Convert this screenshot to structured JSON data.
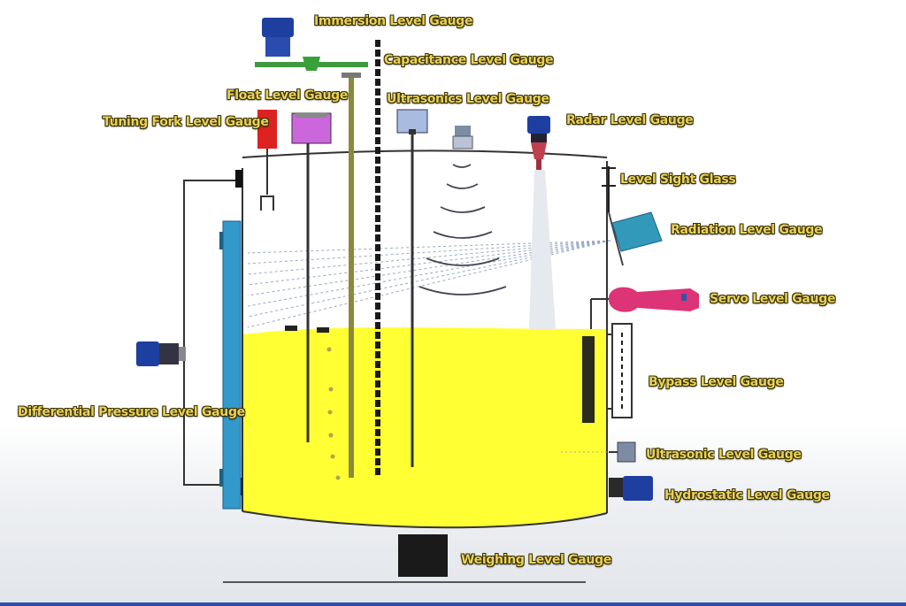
{
  "labels": {
    "immersion": "Immersion Level Gauge",
    "capacitance": "Capacitance Level Gauge",
    "float": "Float Level Gauge",
    "ultrasonics": "Ultrasonics Level Gauge",
    "tuning_fork": "Tuning Fork Level Gauge",
    "radar": "Radar Level Gauge",
    "sight_glass": "Level Sight Glass",
    "radiation": "Radiation Level Gauge",
    "servo": "Servo Level Gauge",
    "bypass": "Bypass Level Gauge",
    "differential_pressure": "Differential Pressure Level Gauge",
    "ultrasonic": "Ultrasonic Level Gauge",
    "hydrostatic": "Hydrostatic Level Gauge",
    "weighing": "Weighing Level Gauge"
  },
  "colors": {
    "liquid": "#ffff33",
    "label_text": "#e8d25a",
    "tank_outline": "#333333",
    "instrument_blue": "#1f3fa0",
    "bypass_column": "#3399cc",
    "float_box": "#cc66dd",
    "tuning_fork_box": "#dd2222",
    "servo_body": "#dd3377",
    "radiation_box": "#3399bb"
  }
}
